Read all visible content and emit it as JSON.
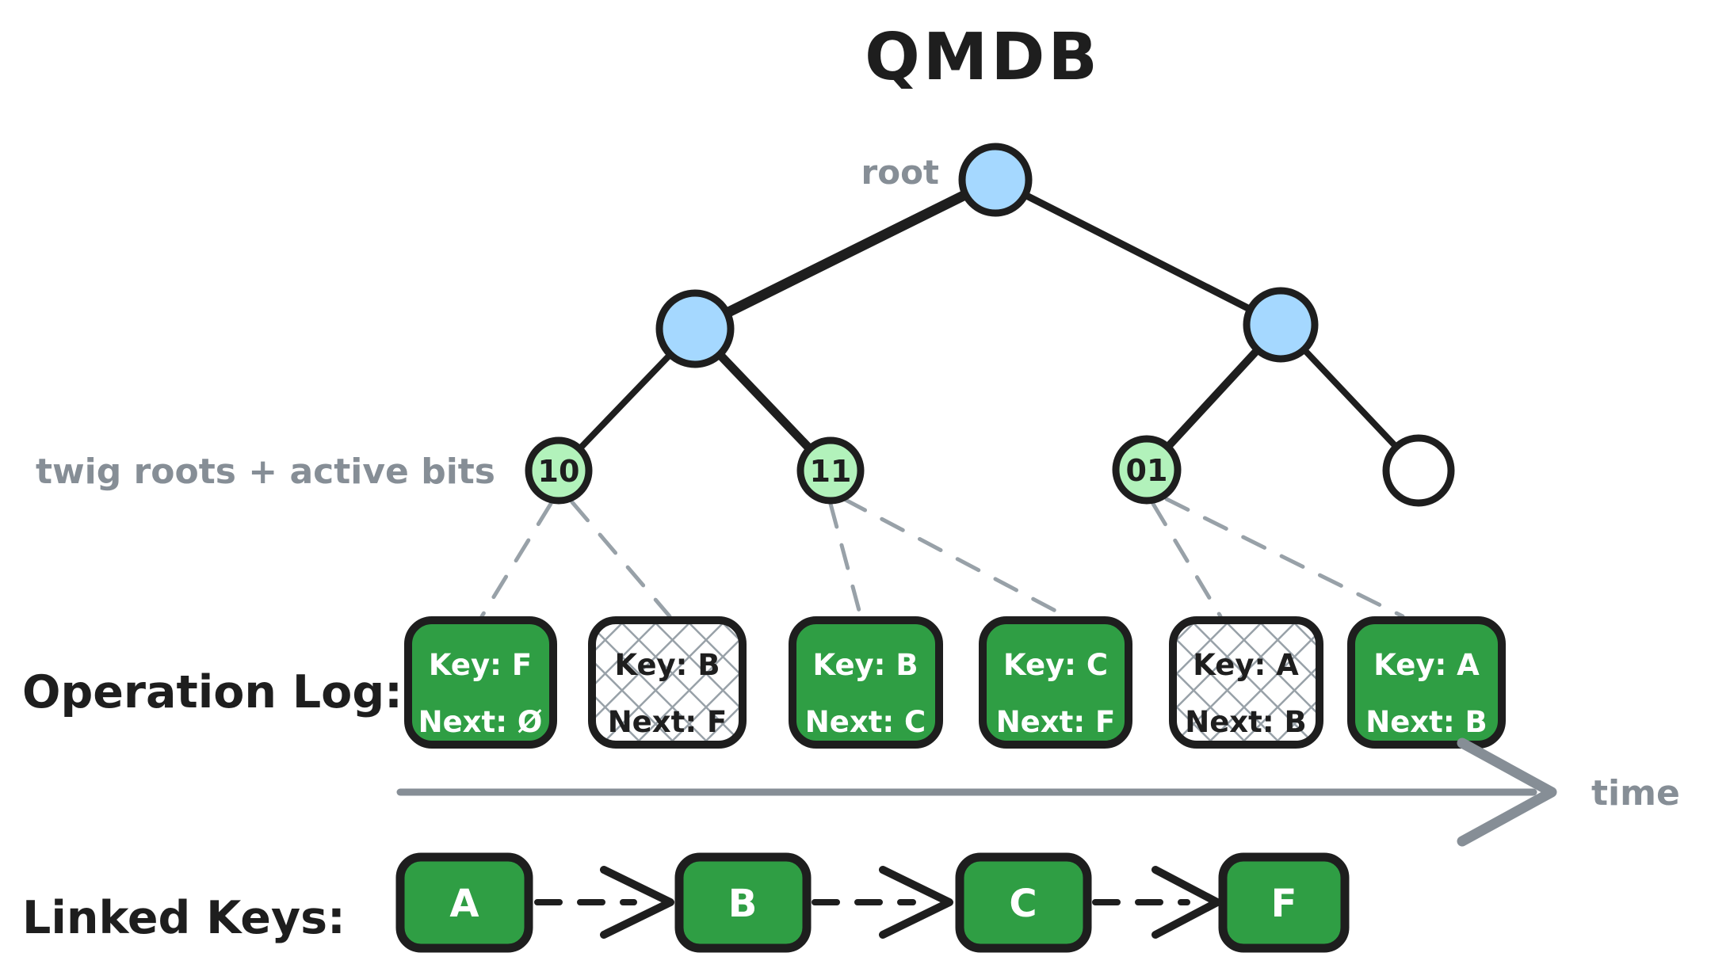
{
  "title": "QMDB",
  "colors": {
    "node_blue": "#a5d8ff",
    "twig_green": "#b2f2bb",
    "box_green": "#2f9e44",
    "stroke_black": "#1e1e1e",
    "label_gray": "#868e96",
    "hatch_gray": "#98a1a8"
  },
  "tree": {
    "root_label": "root",
    "twig_caption": "twig roots + active bits",
    "twigs": [
      {
        "label": "10"
      },
      {
        "label": "11"
      },
      {
        "label": "01"
      },
      {
        "label": ""
      }
    ]
  },
  "operation_log": {
    "caption": "Operation Log:",
    "entries": [
      {
        "key": "Key: F",
        "next": "Next: Ø",
        "state": "active"
      },
      {
        "key": "Key: B",
        "next": "Next: F",
        "state": "stale"
      },
      {
        "key": "Key: B",
        "next": "Next: C",
        "state": "active"
      },
      {
        "key": "Key: C",
        "next": "Next: F",
        "state": "active"
      },
      {
        "key": "Key: A",
        "next": "Next: B",
        "state": "stale"
      },
      {
        "key": "Key: A",
        "next": "Next: B",
        "state": "active"
      }
    ],
    "time_label": "time"
  },
  "linked_keys": {
    "caption": "Linked Keys:",
    "keys": [
      "A",
      "B",
      "C",
      "F"
    ]
  }
}
